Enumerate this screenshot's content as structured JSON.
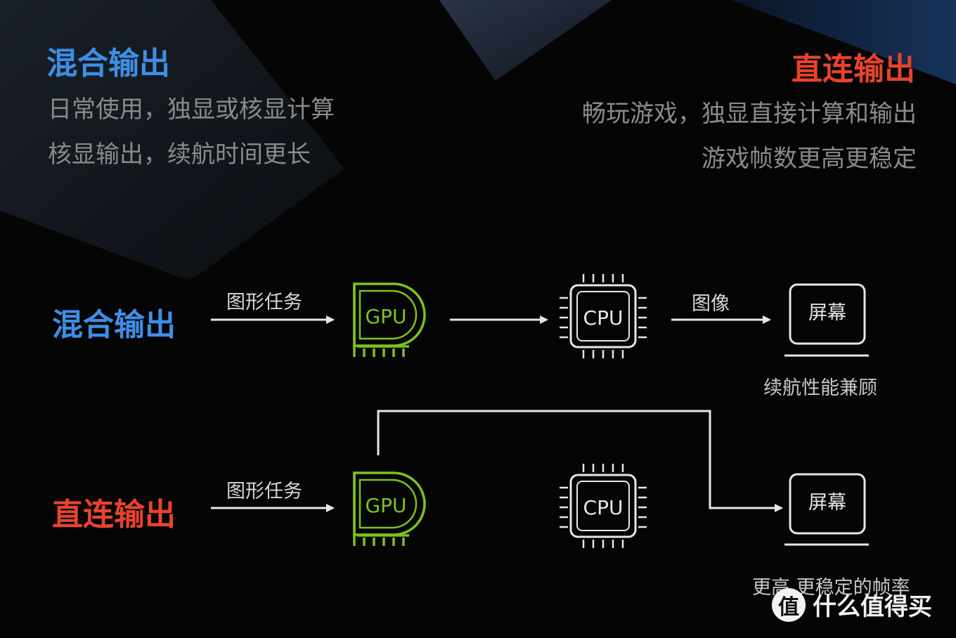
{
  "top": {
    "mixed_title": "混合输出",
    "mixed_desc_1": "日常使用，独显或核显计算",
    "mixed_desc_2": "核显输出，续航时间更长",
    "direct_title": "直连输出",
    "direct_desc_1": "畅玩游戏，独显直接计算和输出",
    "direct_desc_2": "游戏帧数更高更稳定"
  },
  "diagram": {
    "mixed_row": {
      "label": "混合输出",
      "task_label": "图形任务",
      "gpu_label": "GPU",
      "cpu_label": "CPU",
      "image_label": "图像",
      "screen_label": "屏幕",
      "note": "续航性能兼顾"
    },
    "direct_row": {
      "label": "直连输出",
      "task_label": "图形任务",
      "gpu_label": "GPU",
      "cpu_label": "CPU",
      "screen_label": "屏幕",
      "note": "更高 更稳定的帧率"
    }
  },
  "colors": {
    "mixed_accent": "#3d8fe6",
    "direct_accent": "#e8432d",
    "gpu_green": "#7dc21e",
    "line_white": "#e6e6e6"
  },
  "watermark": {
    "icon_glyph": "值",
    "text": "什么值得买"
  }
}
